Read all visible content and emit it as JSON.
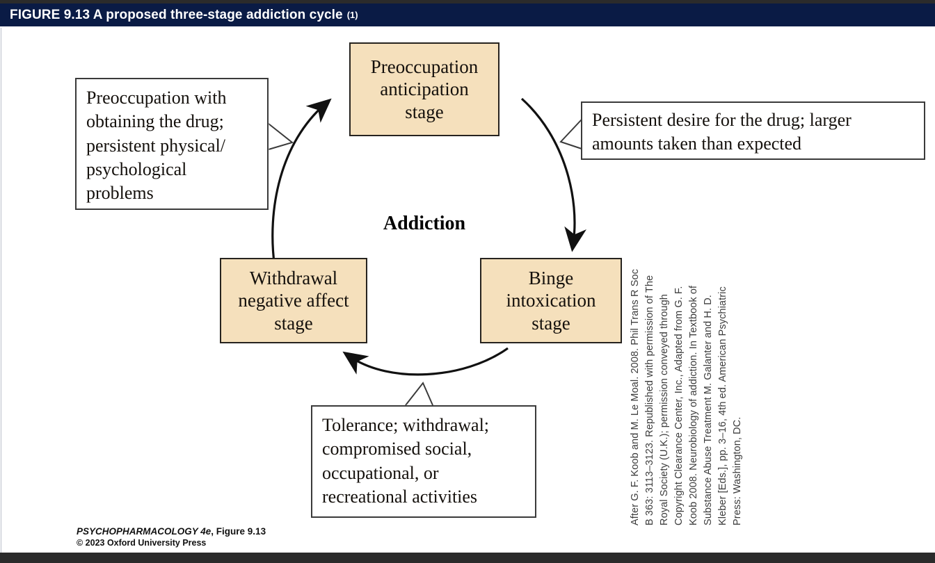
{
  "header": {
    "figure_label": "FIGURE 9.13",
    "title": "A proposed three-stage addiction cycle",
    "superscript": "(1)",
    "full_title": "FIGURE 9.13  A proposed three-stage addiction cycle",
    "background_color": "#0a1b45",
    "text_color": "#ffffff"
  },
  "diagram": {
    "center_label": "Addiction",
    "box_fill_color": "#f5e0bc",
    "box_border_color": "#26231f",
    "stages": [
      {
        "id": "preoccupation",
        "label": "Preoccupation\nanticipation\nstage",
        "line1": "Preoccupation",
        "line2": "anticipation",
        "line3": "stage"
      },
      {
        "id": "binge",
        "label": "Binge\nintoxication\nstage",
        "line1": "Binge",
        "line2": "intoxication",
        "line3": "stage"
      },
      {
        "id": "withdrawal",
        "label": "Withdrawal\nnegative affect\nstage",
        "line1": "Withdrawal",
        "line2": "negative affect",
        "line3": "stage"
      }
    ],
    "callouts": [
      {
        "id": "left",
        "text": "Preoccupation with obtaining the drug; persistent physical/ psychological problems",
        "points_to": "preoccupation-arrow"
      },
      {
        "id": "right",
        "text": "Persistent desire for the drug; larger amounts taken than expected",
        "points_to": "binge-arrow"
      },
      {
        "id": "bottom",
        "text": "Tolerance; withdrawal; compromised social, occupational, or recreational activities",
        "points_to": "withdrawal-arrow"
      }
    ],
    "arrows": [
      {
        "from": "withdrawal",
        "to": "preoccupation",
        "direction": "clockwise"
      },
      {
        "from": "preoccupation",
        "to": "binge",
        "direction": "clockwise"
      },
      {
        "from": "binge",
        "to": "withdrawal",
        "direction": "clockwise"
      }
    ]
  },
  "credit": {
    "lines": [
      "After G. F. Koob and M. Le Moal. 2008. Phil Trans R Soc",
      "B 363: 3113–3123. Republished with permission of The",
      "Royal Society (U.K.); permission conveyed through",
      "Copyright Clearance Center, Inc., Adapted from G. F.",
      "Koob 2008. Neurobiology of addiction. In Textbook of",
      "Substance Abuse Treatment M. Galanter and H. D.",
      "Kleber [Eds.], pp. 3–16, 4th ed. American Psychiatric",
      "Press: Washington, DC."
    ]
  },
  "source": {
    "book": "PSYCHOPHARMACOLOGY 4e",
    "figure": ", Figure 9.13",
    "copyright": "© 2023 Oxford University Press"
  }
}
